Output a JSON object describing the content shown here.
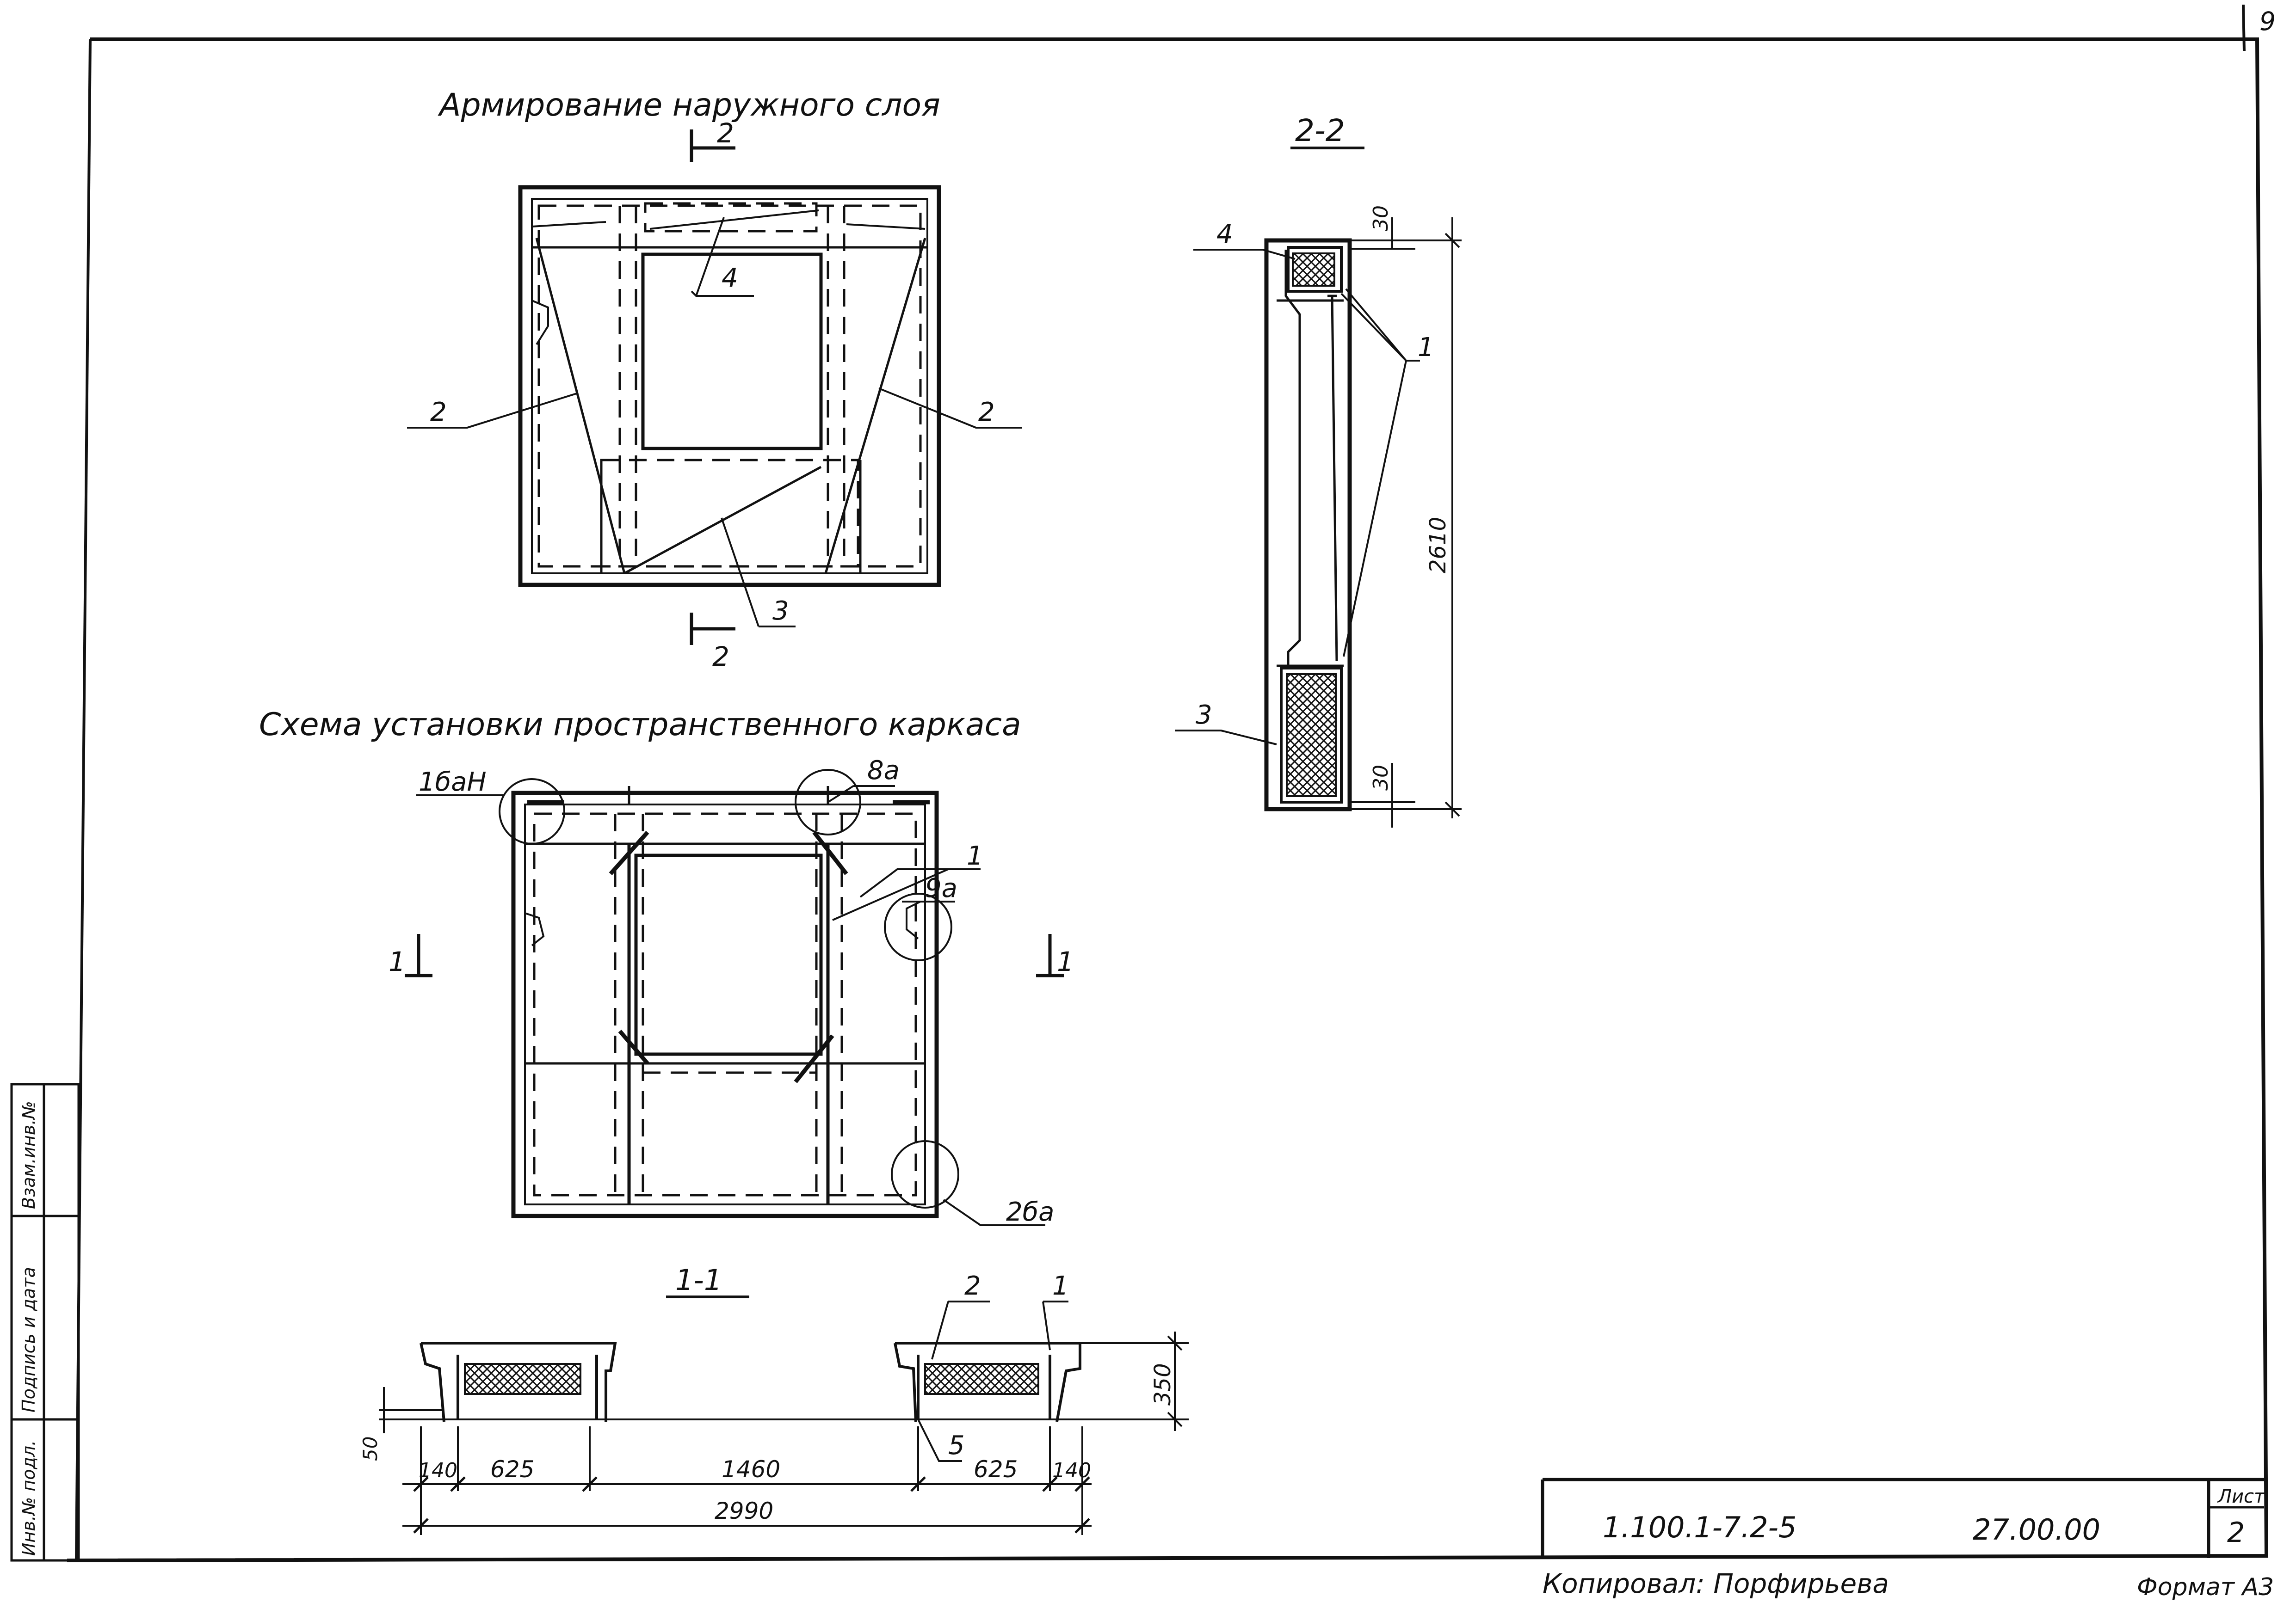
{
  "sheet_corner_number": "9",
  "views": {
    "outer_layer": {
      "title": "Армирование наружного слоя",
      "section_mark": "2",
      "callouts": [
        "2",
        "2",
        "3",
        "4"
      ]
    },
    "frame_scheme": {
      "title": "Схема установки пространственного каркаса",
      "section_mark": "1",
      "callouts": [
        "1",
        "1бaH",
        "8a",
        "9a",
        "2бa"
      ]
    },
    "section_2_2": {
      "title": "2-2",
      "callouts": [
        "4",
        "1",
        "3"
      ],
      "dims": [
        "30",
        "2610",
        "30"
      ]
    },
    "section_1_1": {
      "title": "1-1",
      "callouts": [
        "2",
        "1",
        "5"
      ],
      "dims": [
        "350",
        "50",
        "140",
        "625",
        "1460",
        "625",
        "140",
        "2990"
      ]
    }
  },
  "side_stamp": [
    "Инв.№ подл.",
    "Подпись и дата",
    "Взам.инв.№"
  ],
  "title_block": {
    "code": "1.100.1-7.2-5",
    "number": "27.00.00",
    "sheet_label": "Лист",
    "sheet_number": "2"
  },
  "footer": {
    "copied": "Копировал: Порфирьева",
    "format": "Формат А3"
  },
  "colors": {
    "line": "#111111",
    "paper": "#ffffff"
  }
}
